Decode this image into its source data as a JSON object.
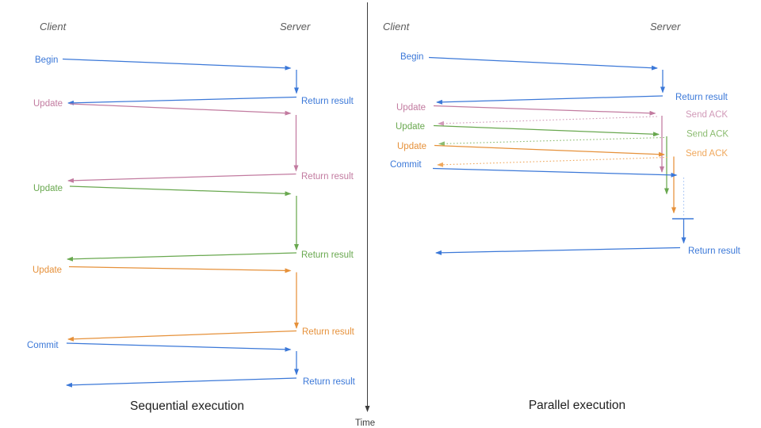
{
  "colors": {
    "blue": "#3b78d8",
    "magenta": "#c27ba0",
    "green": "#69a84f",
    "orange": "#e6913a",
    "blue-light": "#a4c2f4",
    "magenta-light": "#d19ab8",
    "green-light": "#8bbc70",
    "orange-light": "#f0a85c",
    "axis": "#3d3d3d",
    "header": "#5a5a5a",
    "title": "#1f1f1f"
  },
  "time_axis": {
    "label": "Time"
  },
  "sequential": {
    "title": "Sequential execution",
    "client_header": "Client",
    "server_header": "Server",
    "messages": [
      {
        "label": "Begin",
        "color": "blue",
        "response": "Return result"
      },
      {
        "label": "Update",
        "color": "magenta",
        "response": "Return result"
      },
      {
        "label": "Update",
        "color": "green",
        "response": "Return result"
      },
      {
        "label": "Update",
        "color": "orange",
        "response": "Return result"
      },
      {
        "label": "Commit",
        "color": "blue",
        "response": "Return result"
      }
    ]
  },
  "parallel": {
    "title": "Parallel execution",
    "client_header": "Client",
    "server_header": "Server",
    "messages": [
      {
        "label": "Begin",
        "color": "blue",
        "response": "Return result"
      },
      {
        "label": "Update",
        "color": "magenta",
        "response": "Send ACK"
      },
      {
        "label": "Update",
        "color": "green",
        "response": "Send ACK"
      },
      {
        "label": "Update",
        "color": "orange",
        "response": "Send ACK"
      },
      {
        "label": "Commit",
        "color": "blue",
        "response": "Return result"
      }
    ]
  }
}
